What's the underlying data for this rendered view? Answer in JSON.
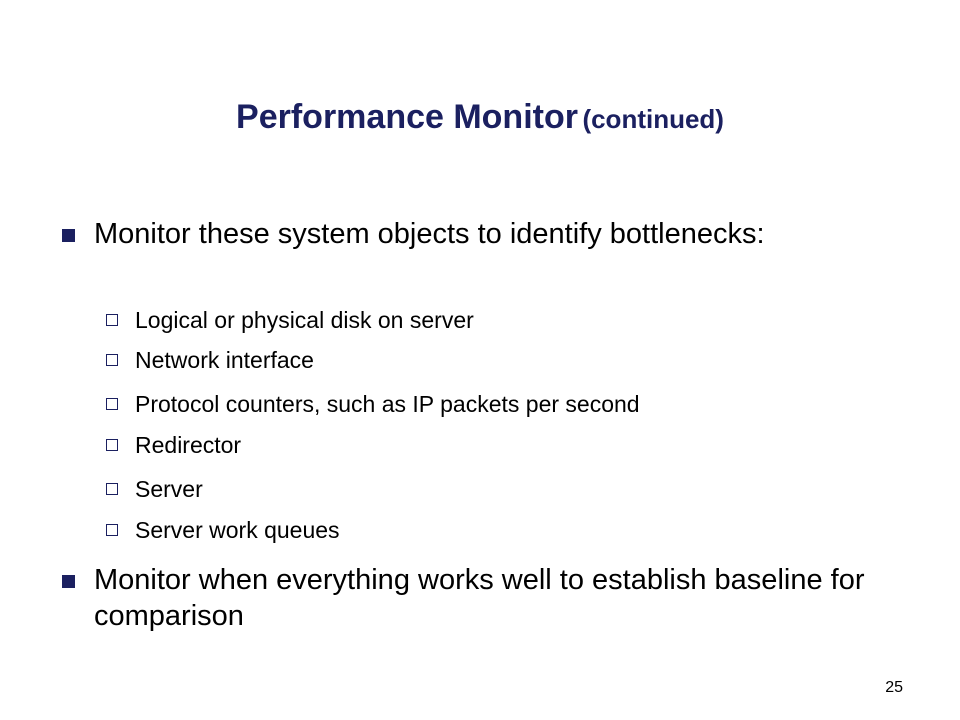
{
  "title": {
    "main": "Performance Monitor",
    "sub": "(continued)"
  },
  "bullets": [
    {
      "text": "Monitor these system objects to identify bottlenecks:",
      "subitems": [
        "Logical or physical disk on server",
        "Network interface",
        "Protocol counters, such as IP packets per second",
        "Redirector",
        "Server",
        "Server work queues"
      ]
    },
    {
      "text": "Monitor when everything works well to establish baseline for comparison",
      "subitems": []
    }
  ],
  "page_number": "25",
  "colors": {
    "title": "#1b2060",
    "bullet": "#1b2060",
    "text": "#000000",
    "background": "#ffffff"
  }
}
